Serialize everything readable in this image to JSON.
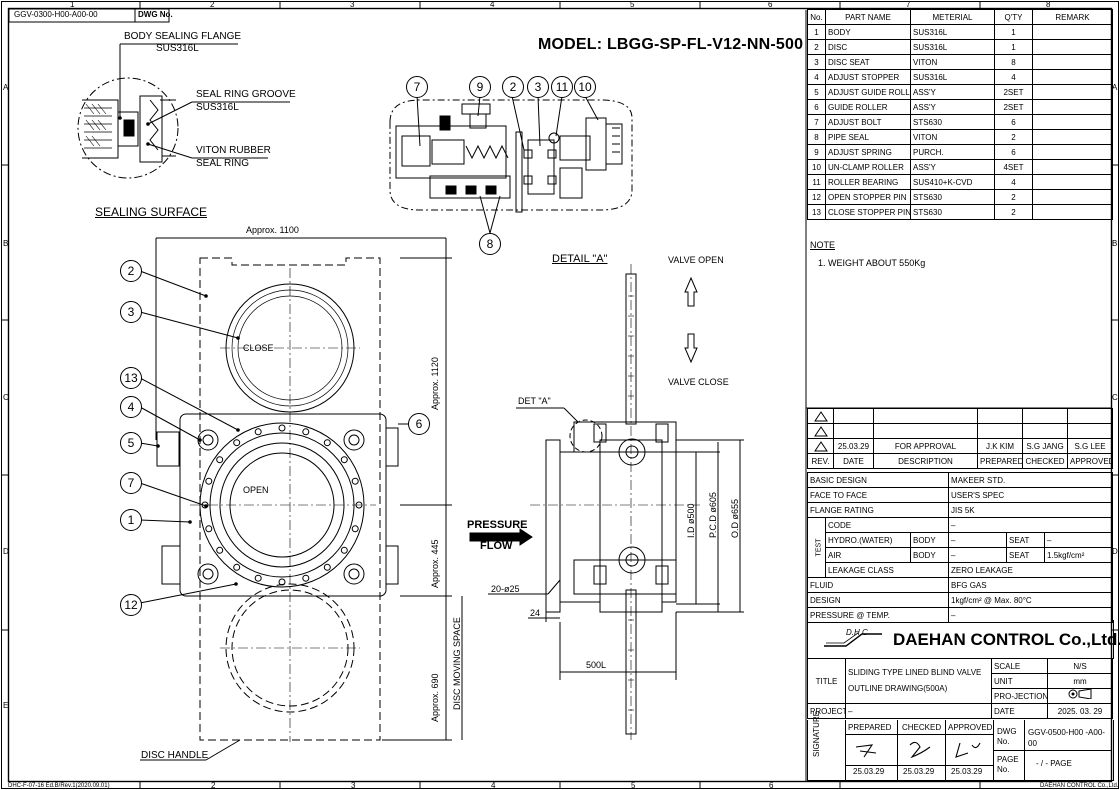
{
  "drawing_ref": {
    "label": "DWG No.",
    "value": "GGV-0300-H00-A00-00"
  },
  "border_numbers": {
    "cols": [
      "1",
      "2",
      "3",
      "4",
      "5",
      "6",
      "7",
      "8"
    ],
    "rows": [
      "A",
      "B",
      "C",
      "D",
      "E"
    ]
  },
  "model": "MODEL: LBGG-SP-FL-V12-NN-500",
  "callouts": {
    "body_flange": "BODY SEALING FLANGE",
    "body_flange_mat": "SUS316L",
    "seal_groove": "SEAL RING GROOVE",
    "seal_groove_mat": "SUS316L",
    "viton": "VITON RUBBER",
    "viton2": "SEAL RING",
    "sealing_surface": "SEALING SURFACE",
    "detail_a": "DETAIL \"A\"",
    "det_a": "DET \"A\"",
    "valve_open": "VALVE OPEN",
    "valve_close": "VALVE CLOSE",
    "pressure": "PRESSURE",
    "flow": "FLOW",
    "close": "CLOSE",
    "open": "OPEN",
    "disc_handle": "DISC HANDLE",
    "disc_moving": "DISC MOVING SPACE",
    "dim_1100": "Approx. 1100",
    "dim_1120": "Approx. 1120",
    "dim_445": "Approx. 445",
    "dim_690": "Approx. 690",
    "dim_holes": "20-ø25",
    "dim_24": "24",
    "dim_500l": "500L",
    "dim_id": "I.D ø500",
    "dim_pcd": "P.C.D ø605",
    "dim_od": "O.D ø655"
  },
  "balloons": {
    "b1": "1",
    "b2": "2",
    "b3": "3",
    "b4": "4",
    "b5": "5",
    "b6": "6",
    "b7": "7",
    "b12": "12",
    "b13": "13",
    "d7": "7",
    "d9": "9",
    "d2": "2",
    "d3": "3",
    "d11": "11",
    "d10": "10",
    "d8": "8"
  },
  "parts_header": [
    "No.",
    "PART NAME",
    "METERIAL",
    "Q'TY",
    "REMARK"
  ],
  "parts": [
    [
      "1",
      "BODY",
      "SUS316L",
      "1",
      ""
    ],
    [
      "2",
      "DISC",
      "SUS316L",
      "1",
      ""
    ],
    [
      "3",
      "DISC SEAT",
      "VITON",
      "8",
      ""
    ],
    [
      "4",
      "ADJUST STOPPER",
      "SUS316L",
      "4",
      ""
    ],
    [
      "5",
      "ADJUST GUIDE ROLLER",
      "ASS'Y",
      "2SET",
      ""
    ],
    [
      "6",
      "GUIDE ROLLER",
      "ASS'Y",
      "2SET",
      ""
    ],
    [
      "7",
      "ADJUST BOLT",
      "STS630",
      "6",
      ""
    ],
    [
      "8",
      "PIPE SEAL",
      "VITON",
      "2",
      ""
    ],
    [
      "9",
      "ADJUST SPRING",
      "PURCH.",
      "6",
      ""
    ],
    [
      "10",
      "UN-CLAMP ROLLER",
      "ASS'Y",
      "4SET",
      ""
    ],
    [
      "11",
      "ROLLER BEARING",
      "SUS410+K-CVD",
      "4",
      ""
    ],
    [
      "12",
      "OPEN STOPPER PIN",
      "STS630",
      "2",
      ""
    ],
    [
      "13",
      "CLOSE STOPPER PIN",
      "STS630",
      "2",
      ""
    ]
  ],
  "note": {
    "title": "NOTE",
    "line1": "1.  WEIGHT ABOUT 550Kg"
  },
  "revision": {
    "row": [
      "25.03.29",
      "FOR APPROVAL",
      "J.K KIM",
      "S.G JANG",
      "S.G LEE"
    ],
    "header": [
      "REV.",
      "DATE",
      "DESCRIPTION",
      "PREPARED",
      "CHECKED",
      "APPROVED"
    ]
  },
  "spec": {
    "basic_design": [
      "BASIC DESIGN",
      "MAKEER STD."
    ],
    "face": [
      "FACE TO FACE",
      "USER'S SPEC"
    ],
    "flange": [
      "FLANGE RATING",
      "JIS 5K"
    ],
    "test": "TEST",
    "code": [
      "CODE",
      "–"
    ],
    "hydro": [
      "HYDRO.(WATER)",
      "BODY",
      "–",
      "SEAT",
      "–"
    ],
    "air": [
      "AIR",
      "BODY",
      "–",
      "SEAT",
      "1.5kgf/cm²"
    ],
    "leak": [
      "LEAKAGE CLASS",
      "ZERO LEAKAGE"
    ],
    "fluid": [
      "FLUID",
      "BFG GAS"
    ],
    "design": [
      "DESIGN",
      "1kgf/cm² @ Max. 80°C"
    ],
    "pt": [
      "PRESSURE @ TEMP.",
      "–"
    ]
  },
  "company": "DAEHAN CONTROL Co.,Ltd.",
  "logo_text": "D.H.C",
  "title_block": {
    "title": "TITLE",
    "line1": "SLIDING TYPE LINED BLIND VALVE",
    "line2": "OUTLINE DRAWING(500A)",
    "scale": [
      "SCALE",
      "N/S"
    ],
    "unit": [
      "UNIT",
      "mm"
    ],
    "projection": "PRO-JECTION",
    "project": [
      "PROJECT",
      "–"
    ],
    "date": [
      "DATE",
      "2025. 03. 29"
    ],
    "signature": "SIGNATURE",
    "sig_head": [
      "PREPARED",
      "CHECKED",
      "APPROVED"
    ],
    "sig_dates": [
      "25.03.29",
      "25.03.29",
      "25.03.29"
    ],
    "dwg": [
      "DWG No.",
      "GGV-0500-H00 -A00-00"
    ],
    "page": [
      "PAGE No.",
      "- / -   PAGE"
    ]
  },
  "footer_left": "DHC-F-07-16 Ed.B/Rev.1(2020.09.01)",
  "footer_right": "DAEHAN CONTROL Co.,Ltd."
}
